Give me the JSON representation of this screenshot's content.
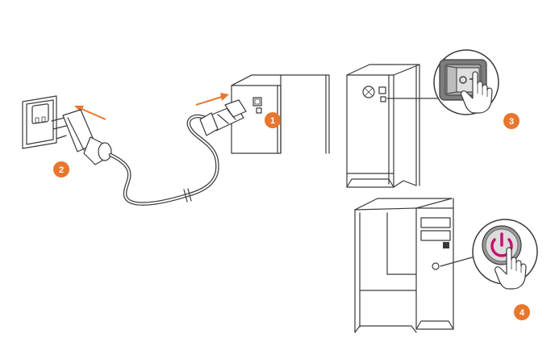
{
  "steps": [
    {
      "number": "1"
    },
    {
      "number": "2"
    },
    {
      "number": "3"
    },
    {
      "number": "4"
    }
  ],
  "colors": {
    "badge": "#e8772e",
    "arrow": "#e8772e",
    "power_symbol": "#c8106e",
    "switch_gray": "#8a8a8a",
    "line": "#3a3a3a"
  },
  "icons": [
    "wall-outlet-icon",
    "power-plug-icon",
    "power-cord-icon",
    "psu-fan-icon",
    "rocker-switch-icon",
    "hand-pointer-icon",
    "power-button-icon",
    "pc-case-icon"
  ]
}
